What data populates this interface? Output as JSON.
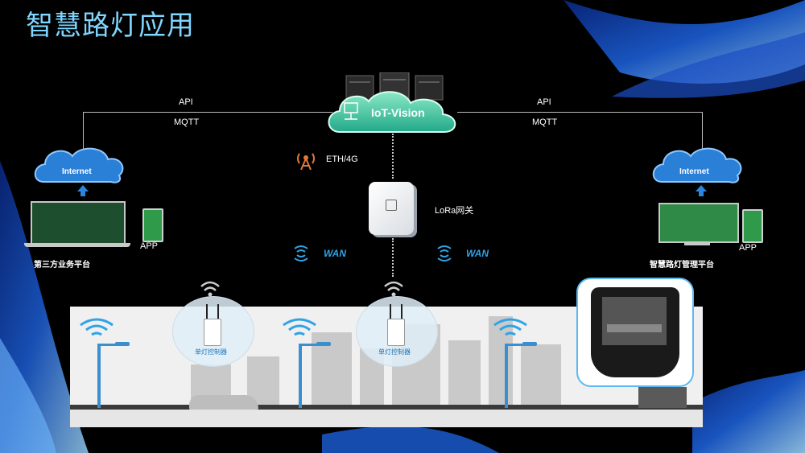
{
  "title": "智慧路灯应用",
  "cloud": {
    "label": "IoT-Vision"
  },
  "links": {
    "api_left": "API",
    "mqtt_left": "MQTT",
    "api_right": "API",
    "mqtt_right": "MQTT"
  },
  "eth": {
    "label": "ETH/4G"
  },
  "gateway": {
    "label": "LoRa网关"
  },
  "wan": {
    "left": "WAN",
    "right": "WAN"
  },
  "left_platform": {
    "internet": "Internet",
    "app": "APP",
    "name": "第三方业务平台"
  },
  "right_platform": {
    "internet": "Internet",
    "app": "APP",
    "name": "智慧路灯管理平台"
  },
  "controllers": {
    "label_1": "单灯控制器",
    "label_2": "单灯控制器"
  },
  "colors": {
    "title": "#7fd6ff",
    "accent": "#2fa3e6",
    "cloud": "#3ec7a0",
    "internet_cloud": "#2a7fd6"
  }
}
